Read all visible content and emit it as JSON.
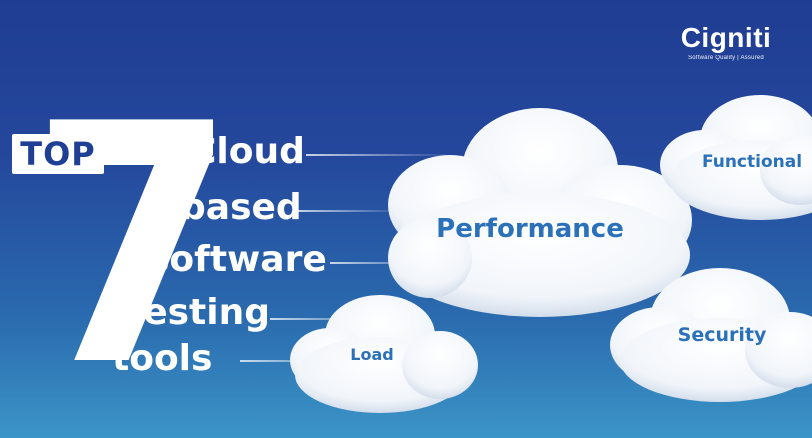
{
  "logo": {
    "brand": "Cigniti",
    "tagline": "Software Quality | Assured"
  },
  "headline": {
    "top_label": "TOP",
    "number": "7",
    "words": [
      "Cloud",
      "based",
      "software",
      "testing",
      "tools"
    ]
  },
  "clouds": [
    {
      "label": "Performance"
    },
    {
      "label": "Functional"
    },
    {
      "label": "Security"
    },
    {
      "label": "Load"
    }
  ],
  "colors": {
    "background_top": "#1f3d93",
    "background_bottom": "#3b95c7",
    "cloud_text": "#2a71b9",
    "cloud_fill": "#ffffff"
  }
}
